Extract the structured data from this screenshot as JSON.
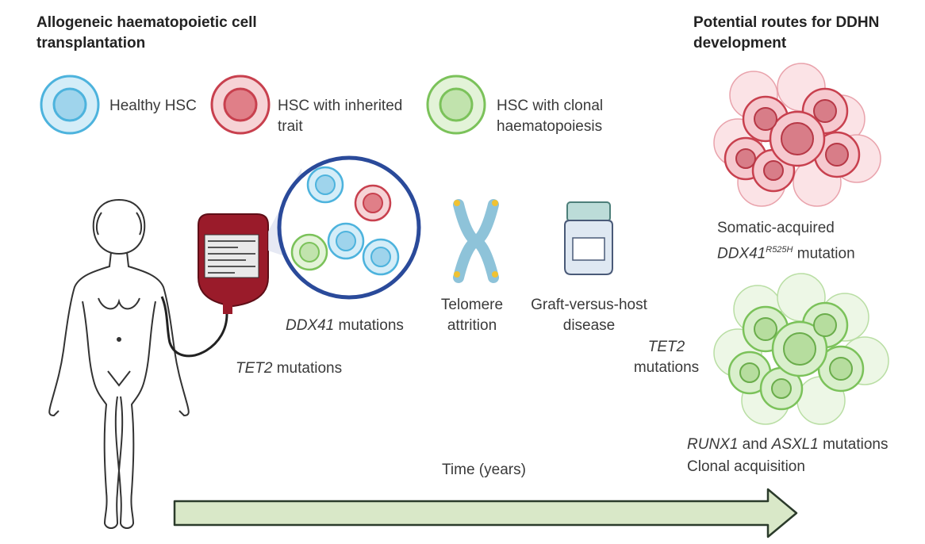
{
  "left_title": "Allogeneic haematopoietic cell transplantation",
  "right_title": "Potential routes for DDHN development",
  "legend": [
    {
      "label": "Healthy HSC",
      "color": "#4db3dd"
    },
    {
      "label": "HSC with inherited trait",
      "color": "#c8404e"
    },
    {
      "label": "HSC with clonal haematopoiesis",
      "color": "#7bc25a"
    }
  ],
  "labels": {
    "tet2_bag": {
      "gene": "TET2",
      "text": " mutations"
    },
    "ddx41": {
      "gene": "DDX41",
      "text": " mutations"
    },
    "telomere": "Telomere attrition",
    "gvhd": "Graft-versus-host disease",
    "somatic_prefix": "Somatic-acquired",
    "somatic_gene": "DDX41",
    "somatic_sup": "R525H",
    "somatic_suffix": " mutation",
    "tet2_right": {
      "gene": "TET2",
      "text": "mutations"
    },
    "runx1_gene": "RUNX1",
    "and": " and ",
    "asxl1_gene": "ASXL1",
    "runx_suffix": " mutations",
    "clonal": "Clonal acquisition",
    "time_axis": "Time (years)"
  },
  "colors": {
    "arrow_fill": "#d9e8c8",
    "arrow_stroke": "#2b3b2b",
    "bag_red": "#9a1b2a",
    "chromosome": "#8ec3d9",
    "telomere_tip": "#f1c232"
  }
}
